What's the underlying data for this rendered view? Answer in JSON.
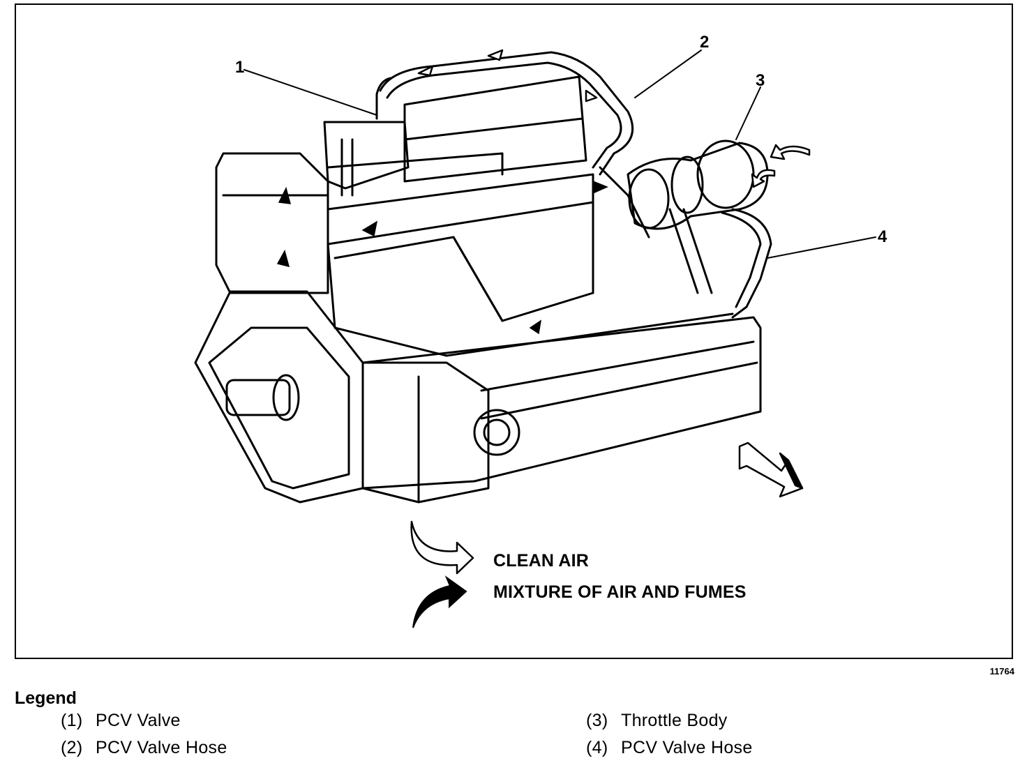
{
  "callouts": [
    "1",
    "2",
    "3",
    "4"
  ],
  "key": {
    "clean_air": "CLEAN AIR",
    "mixture": "MIXTURE OF AIR AND FUMES"
  },
  "figure_id": "11764",
  "legend": {
    "title": "Legend",
    "items": [
      {
        "num": "(1)",
        "label": "PCV Valve"
      },
      {
        "num": "(2)",
        "label": "PCV Valve Hose"
      },
      {
        "num": "(3)",
        "label": "Throttle Body"
      },
      {
        "num": "(4)",
        "label": "PCV Valve Hose"
      }
    ]
  },
  "colors": {
    "line": "#000000",
    "background": "#ffffff"
  }
}
